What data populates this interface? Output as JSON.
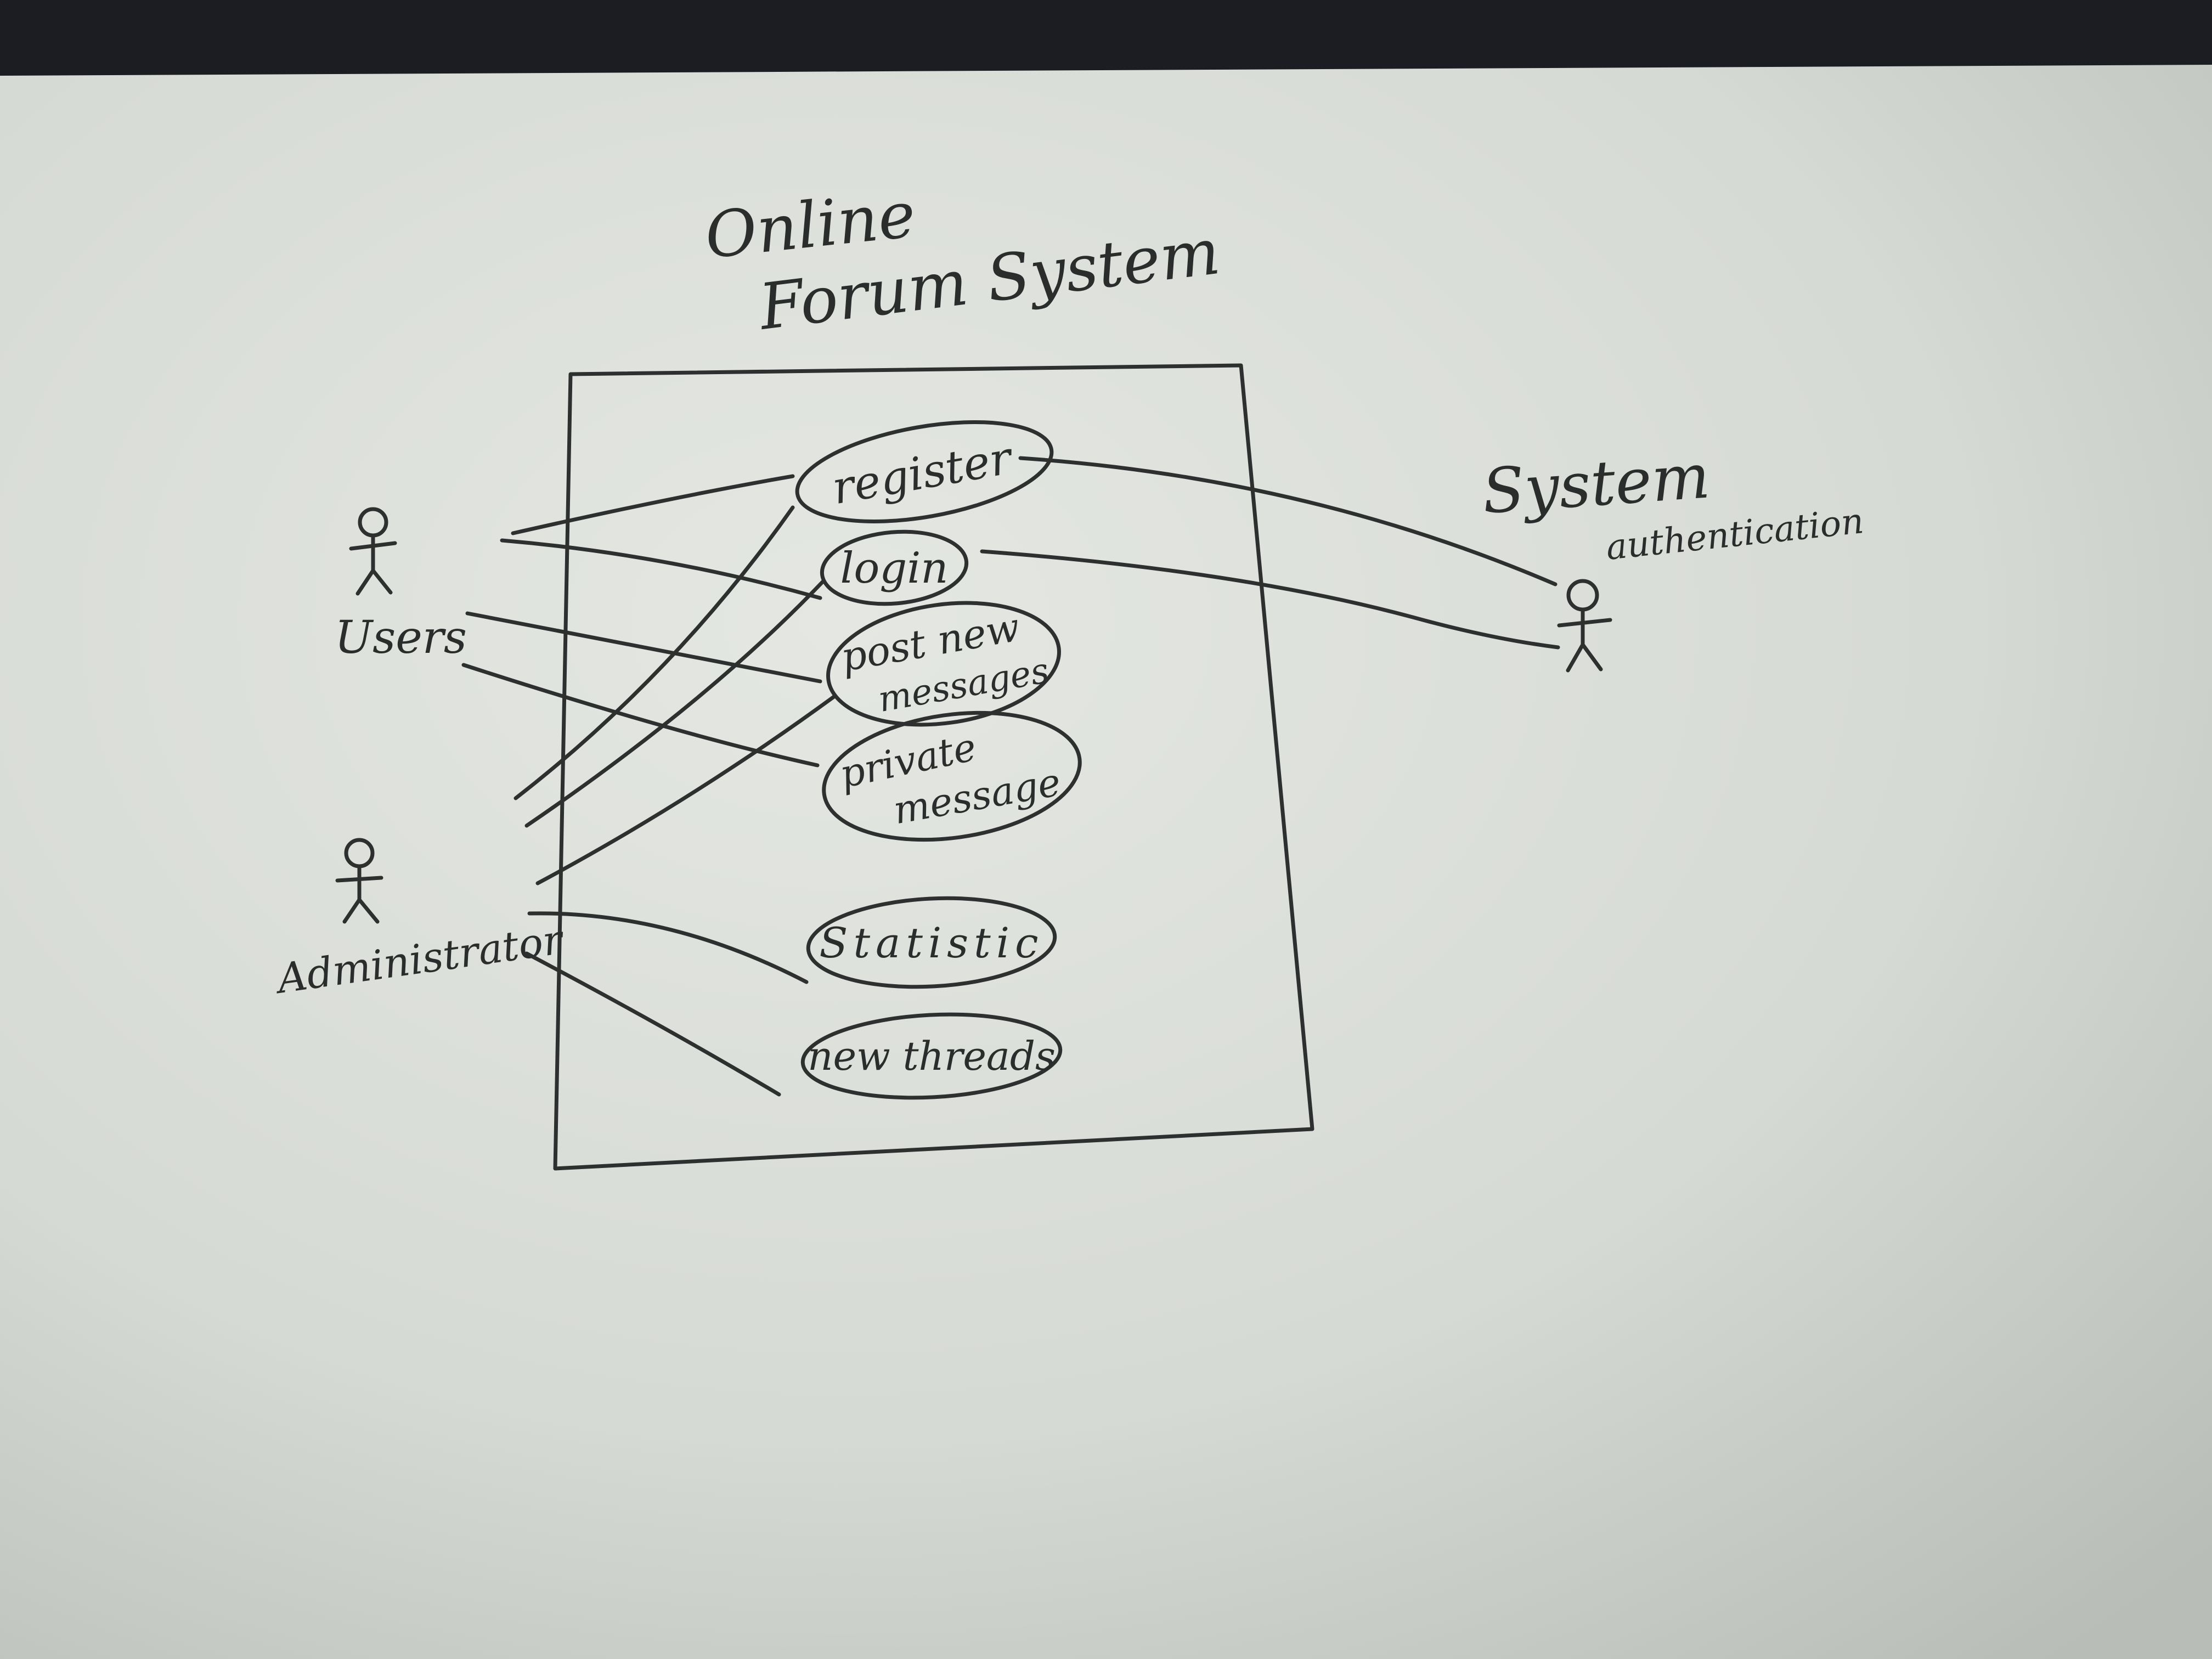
{
  "diagram": {
    "title_line1": "Online",
    "title_line2": "Forum System",
    "actors": {
      "users": "Users",
      "administrator": "Administrator",
      "auth_line1": "System",
      "auth_line2": "authentication"
    },
    "use_cases": {
      "register": "register",
      "login": "login",
      "post_line1": "post new",
      "post_line2": "messages",
      "private_line1": "private",
      "private_line2": "message",
      "statistic": "Statistic",
      "new_threads": "new threads"
    }
  },
  "colors": {
    "paper": "#d9ddd7",
    "ink": "#2e302f",
    "background": "#1b1d22"
  }
}
